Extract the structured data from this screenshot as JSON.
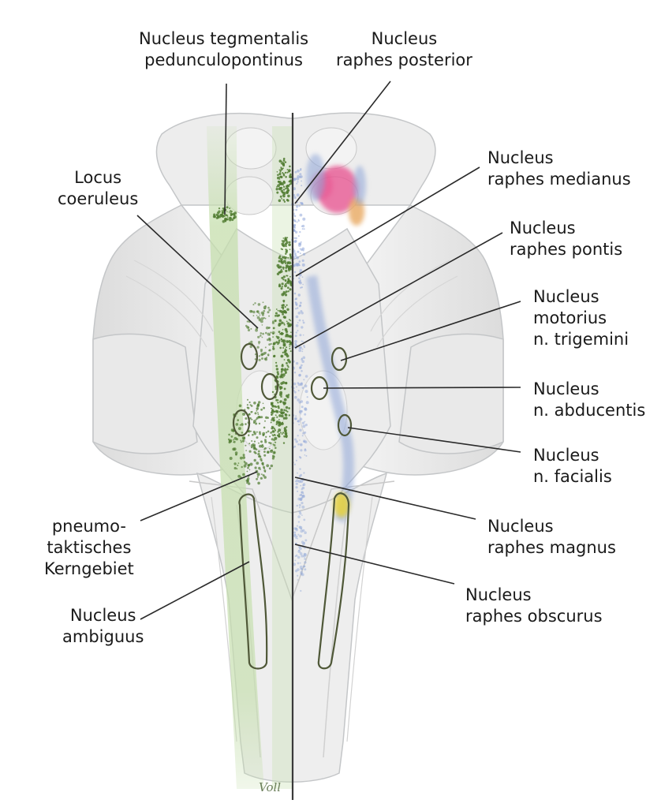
{
  "labels": {
    "tegmentalis": [
      "Nucleus tegmentalis",
      "pedunculopontinus"
    ],
    "raphes_posterior": [
      "Nucleus",
      "raphes posterior"
    ],
    "locus": [
      "Locus",
      "coeruleus"
    ],
    "raphes_medianus": [
      "Nucleus",
      "raphes medianus"
    ],
    "raphes_pontis": [
      "Nucleus",
      "raphes pontis"
    ],
    "motorius": [
      "Nucleus",
      "motorius",
      "n. trigemini"
    ],
    "abducentis": [
      "Nucleus",
      "n. abducentis"
    ],
    "facialis": [
      "Nucleus",
      "n. facialis"
    ],
    "pneumo": [
      "pneumo-",
      "taktisches",
      "Kerngebiet"
    ],
    "raphes_magnus": [
      "Nucleus",
      "raphes magnus"
    ],
    "ambiguus": [
      "Nucleus",
      "ambiguus"
    ],
    "raphes_obscurus": [
      "Nucleus",
      "raphes obscurus"
    ]
  },
  "signature": "Voll",
  "colors": {
    "outline": "#b9bcbf",
    "tissue": "#ececec",
    "green_band": "#c6dfae",
    "green_dots": "#4f7a2f",
    "blue_dots": "#8fa6d8",
    "pink": "#e84f8e",
    "orange": "#e8a860",
    "yellow": "#e6d23a",
    "nucleus_outline": "#4f5838",
    "leader": "#2a2a2a"
  }
}
